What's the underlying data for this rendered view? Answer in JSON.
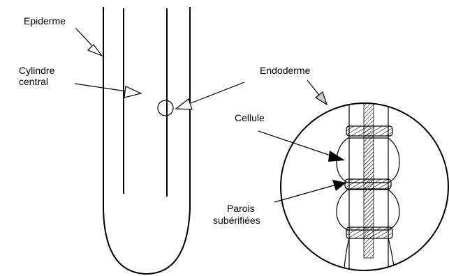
{
  "labels": {
    "epiderme": "Epiderme",
    "cylindre_line1": "Cylindre",
    "cylindre_line2": "central",
    "endoderme": "Endoderme",
    "cellule": "Cellule",
    "parois_line1": "Parois",
    "parois_line2": "subérifiées"
  }
}
